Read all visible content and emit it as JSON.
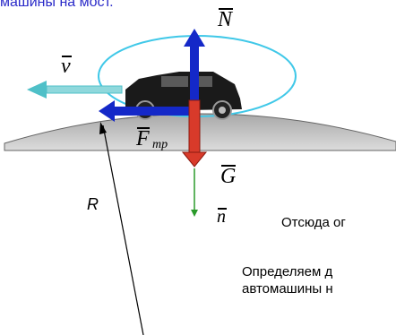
{
  "caption_top": "машины на мост.",
  "symbols": {
    "N": "N",
    "v": "v",
    "F": "F",
    "F_sub": "тр",
    "G": "G",
    "n": "n",
    "R": "R"
  },
  "text": {
    "line1": "Отсюда ог",
    "line2": "Определяем д",
    "line3": "автомашины н"
  },
  "colors": {
    "normal_force": "#1428c8",
    "velocity": "#4fc0c8",
    "friction": "#1428c8",
    "gravity": "#d83a2a",
    "normal_vector": "#2a9a2a",
    "orbit": "#40c8e8",
    "bridge": "#c8c8c8",
    "caption": "#2a2ac8"
  }
}
